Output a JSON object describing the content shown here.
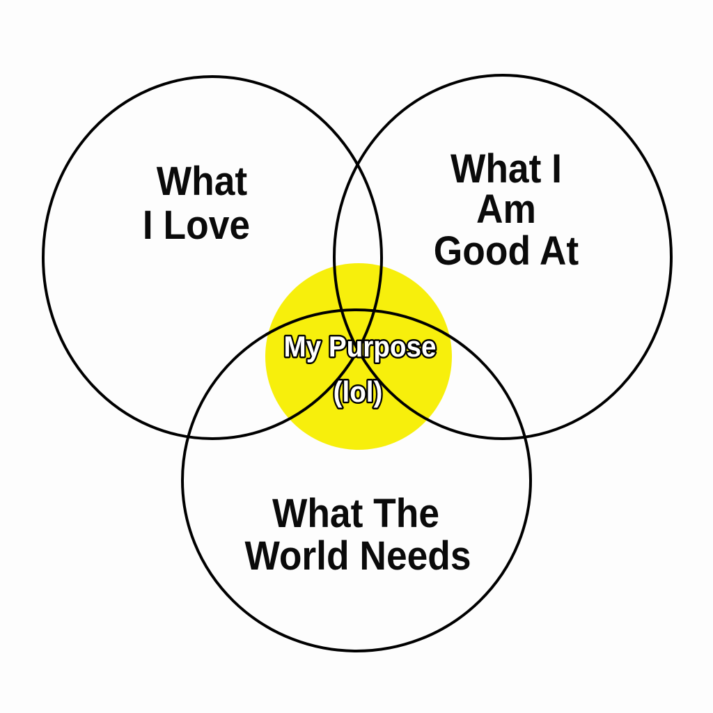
{
  "diagram": {
    "type": "venn",
    "sets": [
      {
        "lines": [
          "What",
          "I Love"
        ]
      },
      {
        "lines": [
          "What I",
          "Am",
          "Good At"
        ]
      },
      {
        "lines": [
          "What The",
          "World Needs"
        ]
      }
    ],
    "intersection": {
      "lines": [
        "My Purpose",
        "(lol)"
      ]
    },
    "colors": {
      "highlight": "#f7ef0c",
      "stroke": "#000000",
      "background": "#fdfdfd"
    }
  }
}
